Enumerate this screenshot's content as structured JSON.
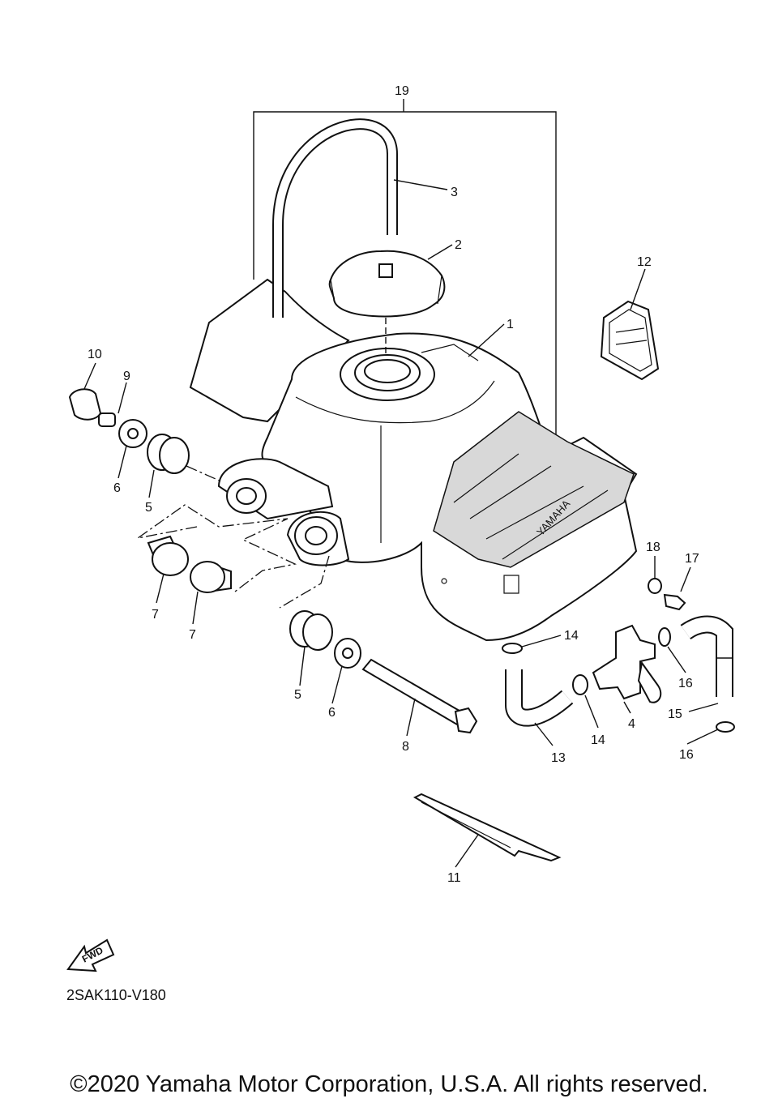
{
  "diagram": {
    "parts": [
      {
        "id": "19",
        "label": "19"
      },
      {
        "id": "3",
        "label": "3"
      },
      {
        "id": "2",
        "label": "2"
      },
      {
        "id": "12",
        "label": "12"
      },
      {
        "id": "1",
        "label": "1"
      },
      {
        "id": "10",
        "label": "10"
      },
      {
        "id": "9",
        "label": "9"
      },
      {
        "id": "6a",
        "label": "6"
      },
      {
        "id": "5a",
        "label": "5"
      },
      {
        "id": "7a",
        "label": "7"
      },
      {
        "id": "7b",
        "label": "7"
      },
      {
        "id": "5b",
        "label": "5"
      },
      {
        "id": "6b",
        "label": "6"
      },
      {
        "id": "8",
        "label": "8"
      },
      {
        "id": "18",
        "label": "18"
      },
      {
        "id": "17",
        "label": "17"
      },
      {
        "id": "14a",
        "label": "14"
      },
      {
        "id": "16a",
        "label": "16"
      },
      {
        "id": "4",
        "label": "4"
      },
      {
        "id": "14b",
        "label": "14"
      },
      {
        "id": "15",
        "label": "15"
      },
      {
        "id": "13",
        "label": "13"
      },
      {
        "id": "16b",
        "label": "16"
      },
      {
        "id": "11",
        "label": "11"
      }
    ],
    "fwd_label": "FWD",
    "tank_brand": "YAMAHA",
    "code": "2SAK110-V180"
  },
  "copyright": "©2020 Yamaha Motor Corporation, U.S.A. All rights reserved."
}
